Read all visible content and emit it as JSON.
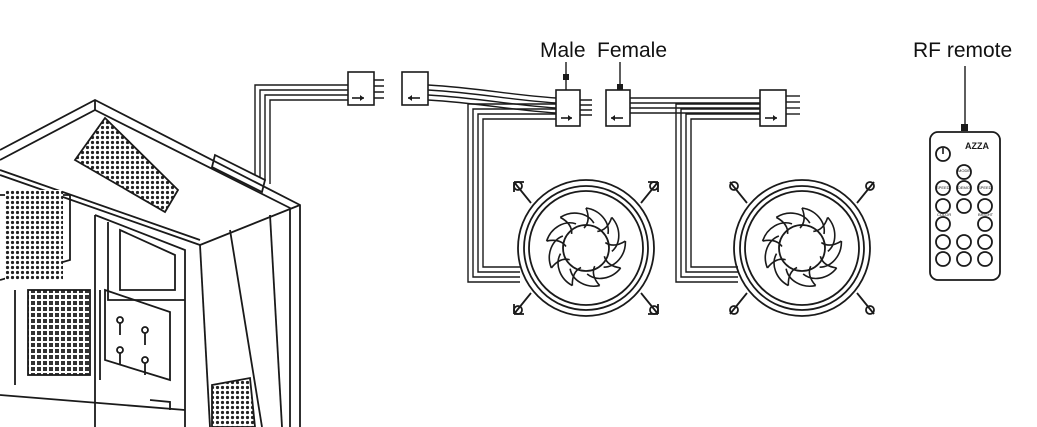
{
  "labels": {
    "male": "Male",
    "female": "Female",
    "rf_remote": "RF remote"
  },
  "remote": {
    "brand": "AZZA",
    "buttons": {
      "mode": "MODE",
      "speed_left": "SPEED",
      "demo": "DEMO",
      "speed_right": "SPEED",
      "color": "COLOR",
      "bright": "BRIGHT"
    }
  },
  "colors": {
    "line": "#1a1a1a",
    "mesh": "#222222",
    "background": "#ffffff"
  },
  "icons": [
    "arrow-right-icon",
    "arrow-left-icon",
    "power-icon",
    "fan-icon"
  ]
}
